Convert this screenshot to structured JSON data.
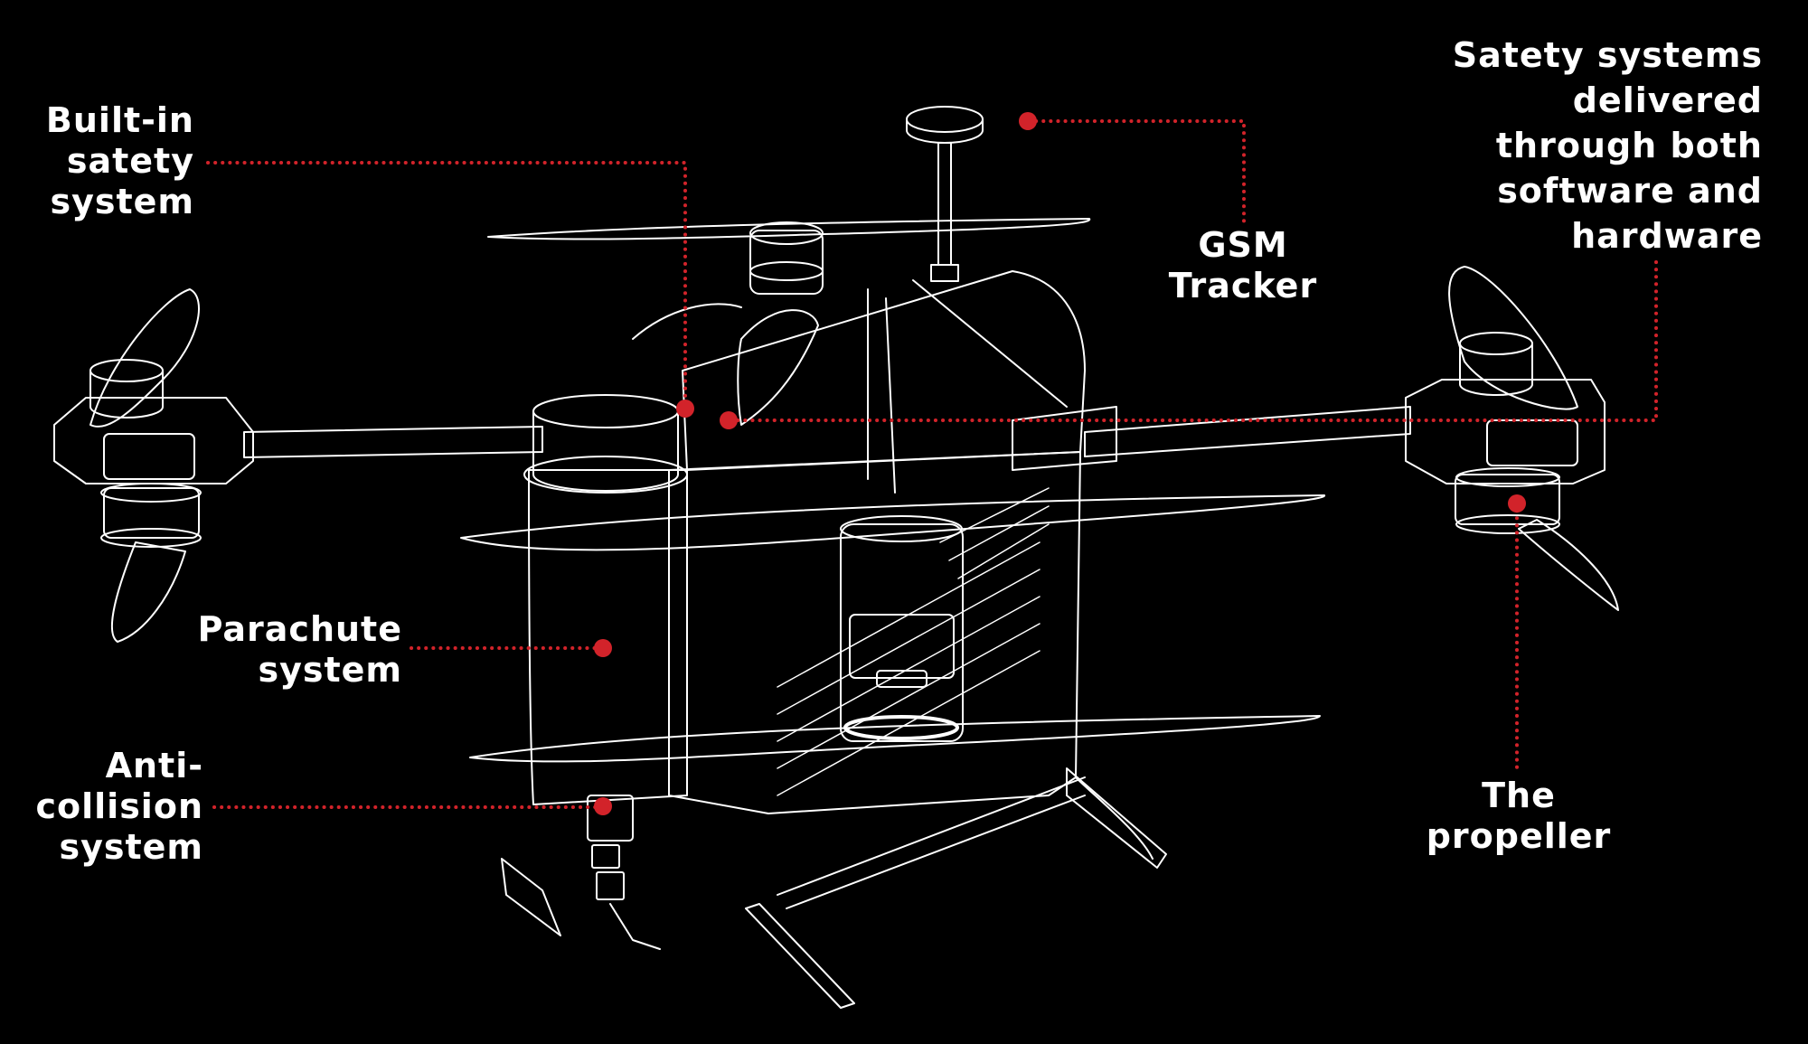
{
  "colors": {
    "background": "#000000",
    "outline": "#ffffff",
    "accent": "#d2232a"
  },
  "callouts": {
    "builtin_safety": {
      "lines": [
        "Built-in",
        "satety",
        "system"
      ]
    },
    "gsm": {
      "lines": [
        "GSM",
        "Tracker"
      ]
    },
    "safety_delivered": {
      "lines": [
        "Satety systems",
        "delivered",
        "through both",
        "software and",
        "hardware"
      ]
    },
    "parachute": {
      "lines": [
        "Parachute",
        "system"
      ]
    },
    "anti_collision": {
      "lines": [
        "Anti-",
        "collision",
        "system"
      ]
    },
    "propeller": {
      "lines": [
        "The",
        "propeller"
      ]
    }
  }
}
